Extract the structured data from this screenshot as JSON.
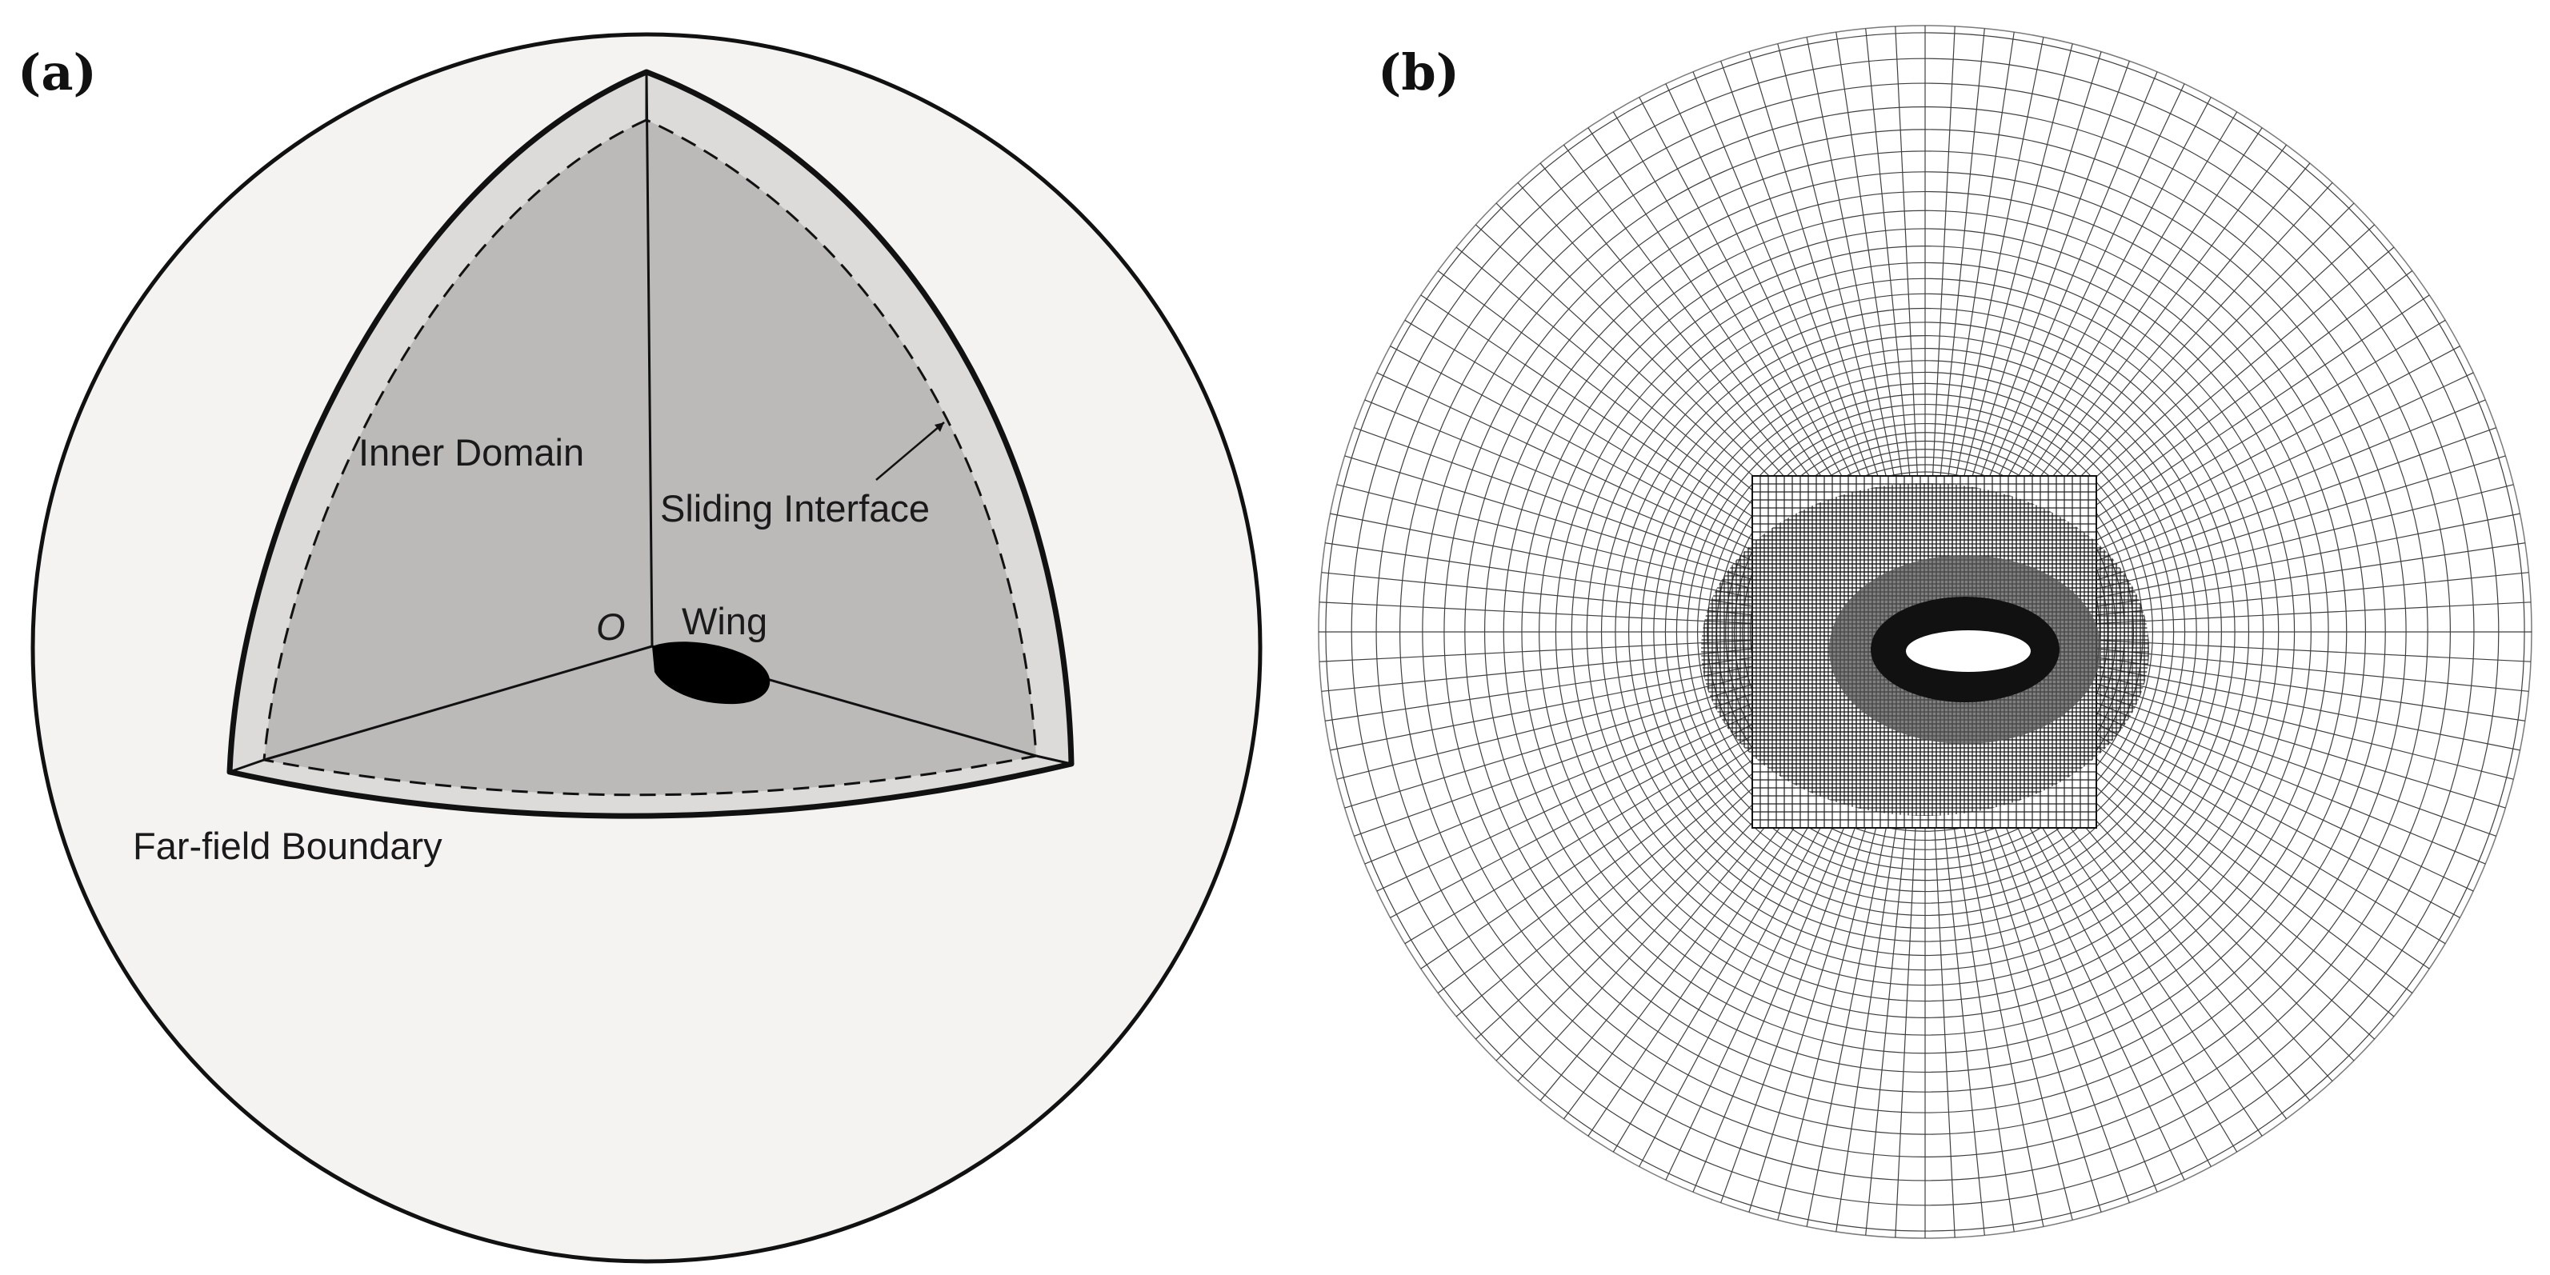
{
  "panel_a": {
    "label": "(a)",
    "labels": {
      "inner_domain": "Inner Domain",
      "sliding_interface": "Sliding Interface",
      "origin": "O",
      "wing": "Wing",
      "far_field": "Far-field Boundary"
    }
  },
  "panel_b": {
    "label": "(b)"
  },
  "colors": {
    "outer_sphere": "#f4f3f2",
    "octant_faces": "#bbbab8",
    "rim": "#dcdbd9",
    "stroke": "#111111",
    "wing": "#000000",
    "mesh_line": "#1f1f1f"
  }
}
